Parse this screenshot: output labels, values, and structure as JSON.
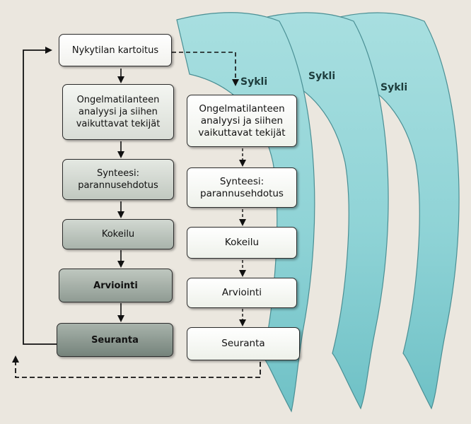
{
  "diagram": {
    "column1": {
      "step1": "Nykytilan kartoitus",
      "step2": "Ongelmatilanteen\nanalyysi ja siihen\nvaikuttavat tekijät",
      "step3": "Synteesi:\nparannusehdotus",
      "step4": "Kokeilu",
      "step5": "Arviointi",
      "step6": "Seuranta"
    },
    "column2": {
      "step2": "Ongelmatilanteen\nanalyysi ja siihen\nvaikuttavat tekijät",
      "step3": "Synteesi:\nparannusehdotus",
      "step4": "Kokeilu",
      "step5": "Arviointi",
      "step6": "Seuranta"
    },
    "cycle_labels": [
      "Sykli",
      "Sykli",
      "Sykli"
    ],
    "colors": {
      "cycle_fill": "#8fd3d6",
      "cycle_stroke": "#4a8f94",
      "arrow": "#111111"
    }
  }
}
